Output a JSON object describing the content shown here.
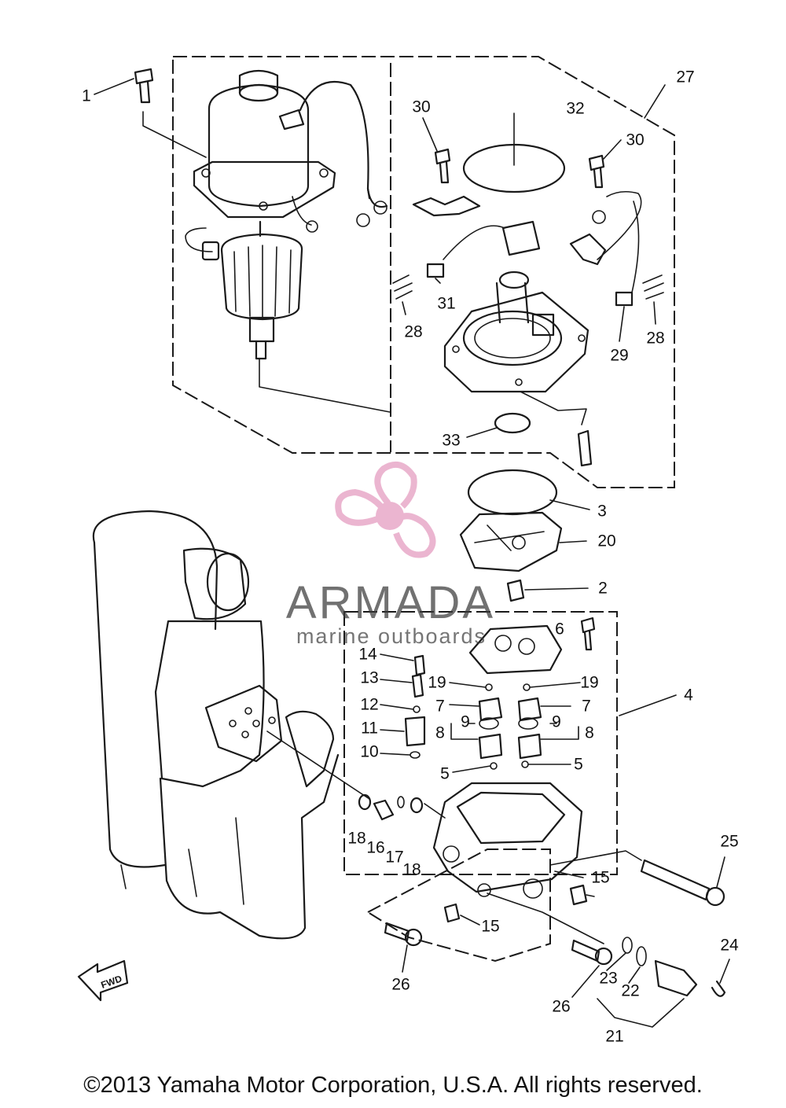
{
  "diagram": {
    "callouts": [
      {
        "id": "c1",
        "text": "1"
      },
      {
        "id": "c2",
        "text": "2"
      },
      {
        "id": "c3",
        "text": "3"
      },
      {
        "id": "c4",
        "text": "4"
      },
      {
        "id": "c5a",
        "text": "5"
      },
      {
        "id": "c5b",
        "text": "5"
      },
      {
        "id": "c6",
        "text": "6"
      },
      {
        "id": "c7a",
        "text": "7"
      },
      {
        "id": "c7b",
        "text": "7"
      },
      {
        "id": "c8a",
        "text": "8"
      },
      {
        "id": "c8b",
        "text": "8"
      },
      {
        "id": "c9a",
        "text": "9"
      },
      {
        "id": "c9b",
        "text": "9"
      },
      {
        "id": "c10",
        "text": "10"
      },
      {
        "id": "c11",
        "text": "11"
      },
      {
        "id": "c12",
        "text": "12"
      },
      {
        "id": "c13",
        "text": "13"
      },
      {
        "id": "c14",
        "text": "14"
      },
      {
        "id": "c15a",
        "text": "15"
      },
      {
        "id": "c15b",
        "text": "15"
      },
      {
        "id": "c16",
        "text": "16"
      },
      {
        "id": "c17",
        "text": "17"
      },
      {
        "id": "c18a",
        "text": "18"
      },
      {
        "id": "c18b",
        "text": "18"
      },
      {
        "id": "c19a",
        "text": "19"
      },
      {
        "id": "c19b",
        "text": "19"
      },
      {
        "id": "c20",
        "text": "20"
      },
      {
        "id": "c21",
        "text": "21"
      },
      {
        "id": "c22",
        "text": "22"
      },
      {
        "id": "c23",
        "text": "23"
      },
      {
        "id": "c24",
        "text": "24"
      },
      {
        "id": "c25",
        "text": "25"
      },
      {
        "id": "c26a",
        "text": "26"
      },
      {
        "id": "c26b",
        "text": "26"
      },
      {
        "id": "c27",
        "text": "27"
      },
      {
        "id": "c28a",
        "text": "28"
      },
      {
        "id": "c28b",
        "text": "28"
      },
      {
        "id": "c29",
        "text": "29"
      },
      {
        "id": "c30a",
        "text": "30"
      },
      {
        "id": "c30b",
        "text": "30"
      },
      {
        "id": "c31",
        "text": "31"
      },
      {
        "id": "c32",
        "text": "32"
      },
      {
        "id": "c33",
        "text": "33"
      }
    ],
    "fwd_label": "FWD"
  },
  "watermark": {
    "brand": "ARMADA",
    "tagline": "marine outboards",
    "accent_color": "#e8a9c8"
  },
  "footer": {
    "copyright": "©2013 Yamaha Motor Corporation, U.S.A. All rights reserved."
  }
}
